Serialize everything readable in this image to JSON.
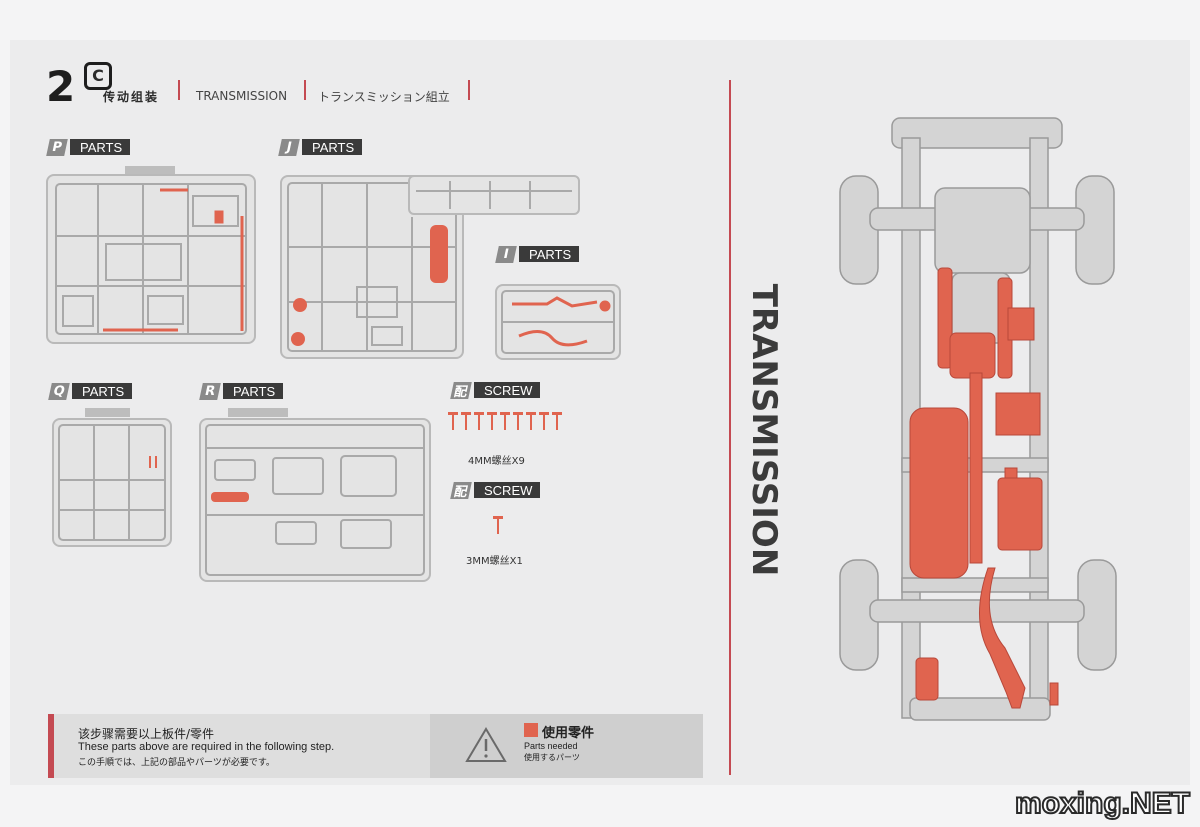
{
  "header": {
    "step_number": "2",
    "step_letter": "C",
    "title_cn": "传动组装",
    "title_en": "TRANSMISSION",
    "title_jp": "トランスミッション組立"
  },
  "part_groups": [
    {
      "letter": "P",
      "label": "PARTS"
    },
    {
      "letter": "J",
      "label": "PARTS"
    },
    {
      "letter": "I",
      "label": "PARTS"
    },
    {
      "letter": "Q",
      "label": "PARTS"
    },
    {
      "letter": "R",
      "label": "PARTS"
    }
  ],
  "screw_groups": [
    {
      "badge": "配",
      "label": "SCREW",
      "count_text": "4MM螺丝X9",
      "count": 9
    },
    {
      "badge": "配",
      "label": "SCREW",
      "count_text": "3MM螺丝X1",
      "count": 1
    }
  ],
  "side_title": "TRANSMISSION",
  "footer": {
    "note_cn": "该步骤需要以上板件/零件",
    "note_en": "These parts above are required in the following step.",
    "note_jp": "この手順では、上記の部品やパーツが必要です。",
    "legend_cn": "使用零件",
    "legend_en": "Parts needed",
    "legend_jp": "使用するパーツ"
  },
  "colors": {
    "highlight": "#e0644f",
    "accent_line": "#c44a52",
    "part_gray": "#cfcfcf"
  },
  "watermark": "moxing.NET"
}
